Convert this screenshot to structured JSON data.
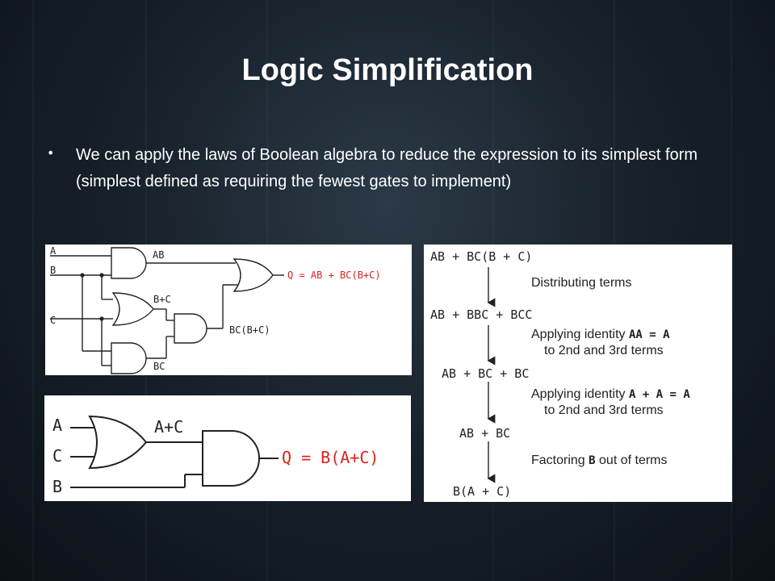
{
  "slide": {
    "title": "Logic Simplification",
    "bullet": "We can apply the laws of Boolean algebra to reduce the expression to its simplest form (simplest defined as requiring the fewest gates to implement)"
  },
  "original_circuit": {
    "inputs": [
      "A",
      "B",
      "C"
    ],
    "labels": {
      "ab": "AB",
      "b_or_c": "B+C",
      "bc": "BC",
      "bc_times": "BC(B+C)",
      "output": "Q = AB + BC(B+C)"
    },
    "output_color": "#e0201b"
  },
  "simplified_circuit": {
    "inputs": [
      "A",
      "C",
      "B"
    ],
    "labels": {
      "a_or_c": "A+C",
      "output": "Q = B(A+C)"
    },
    "output_color": "#e0201b"
  },
  "steps": {
    "expr1": "AB + BC(B + C)",
    "step1": "Distributing terms",
    "expr2": "AB + BBC + BCC",
    "step2_prefix": "Applying identity ",
    "step2_identity": "AA = A",
    "step2_suffix": "to 2nd and 3rd terms",
    "expr3": "AB + BC + BC",
    "step3_prefix": "Applying identity ",
    "step3_identity": "A + A = A",
    "step3_suffix": "to 2nd and 3rd terms",
    "expr4": "AB + BC",
    "step4_prefix": "Factoring ",
    "step4_var": "B",
    "step4_suffix": " out of terms",
    "expr5": "B(A + C)"
  }
}
